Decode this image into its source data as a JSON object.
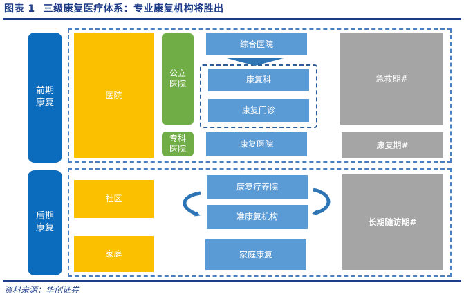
{
  "title": {
    "label": "图表 1",
    "text": "三级康复医疗体系：专业康复机构将胜出"
  },
  "source": "资料来源：华创证券",
  "stages": {
    "early": [
      "前期",
      "康复"
    ],
    "late": [
      "后期",
      "康复"
    ]
  },
  "early": {
    "hospital": "医院",
    "public_hospital": [
      "公立",
      "医院"
    ],
    "specialty_hospital": [
      "专科",
      "医院"
    ],
    "general_hospital": "综合医院",
    "rehab_department": "康复科",
    "rehab_clinic": "康复门诊",
    "rehab_hospital": "康复医院",
    "emergency_period": "急救期#",
    "rehab_period": "康复期#"
  },
  "late": {
    "community": "社区",
    "family": "家庭",
    "rehab_sanatorium": "康复疗养院",
    "quasi_rehab_institution": "准康复机构",
    "home_rehab": "家庭康复",
    "long_term_followup": "长期随访期#"
  },
  "colors": {
    "navy": "#1f3c88",
    "stage_blue": "#0b6cbd",
    "yellow": "#fbc000",
    "green": "#70ad47",
    "light_blue": "#5b9bd5",
    "gray": "#a5a5a5"
  }
}
